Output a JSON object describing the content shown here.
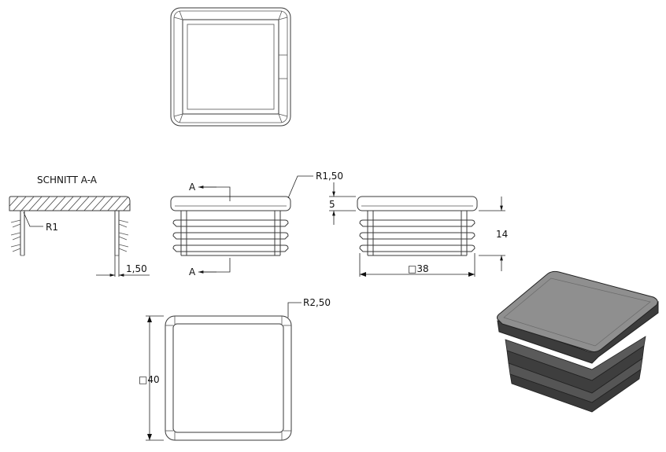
{
  "section_title": "SCHNITT A-A",
  "section_marker": "A",
  "dimensions": {
    "radius_r1": "R1",
    "radius_r150": "R1,50",
    "radius_r250": "R2,50",
    "wall_thickness": "1,50",
    "cap_height": "5",
    "total_height": "14",
    "plug_width": "□38",
    "cap_width": "□40"
  },
  "colors": {
    "line": "#3a3a3a",
    "iso_top": "#8f8f8f",
    "iso_side": "#3c3c3c"
  }
}
